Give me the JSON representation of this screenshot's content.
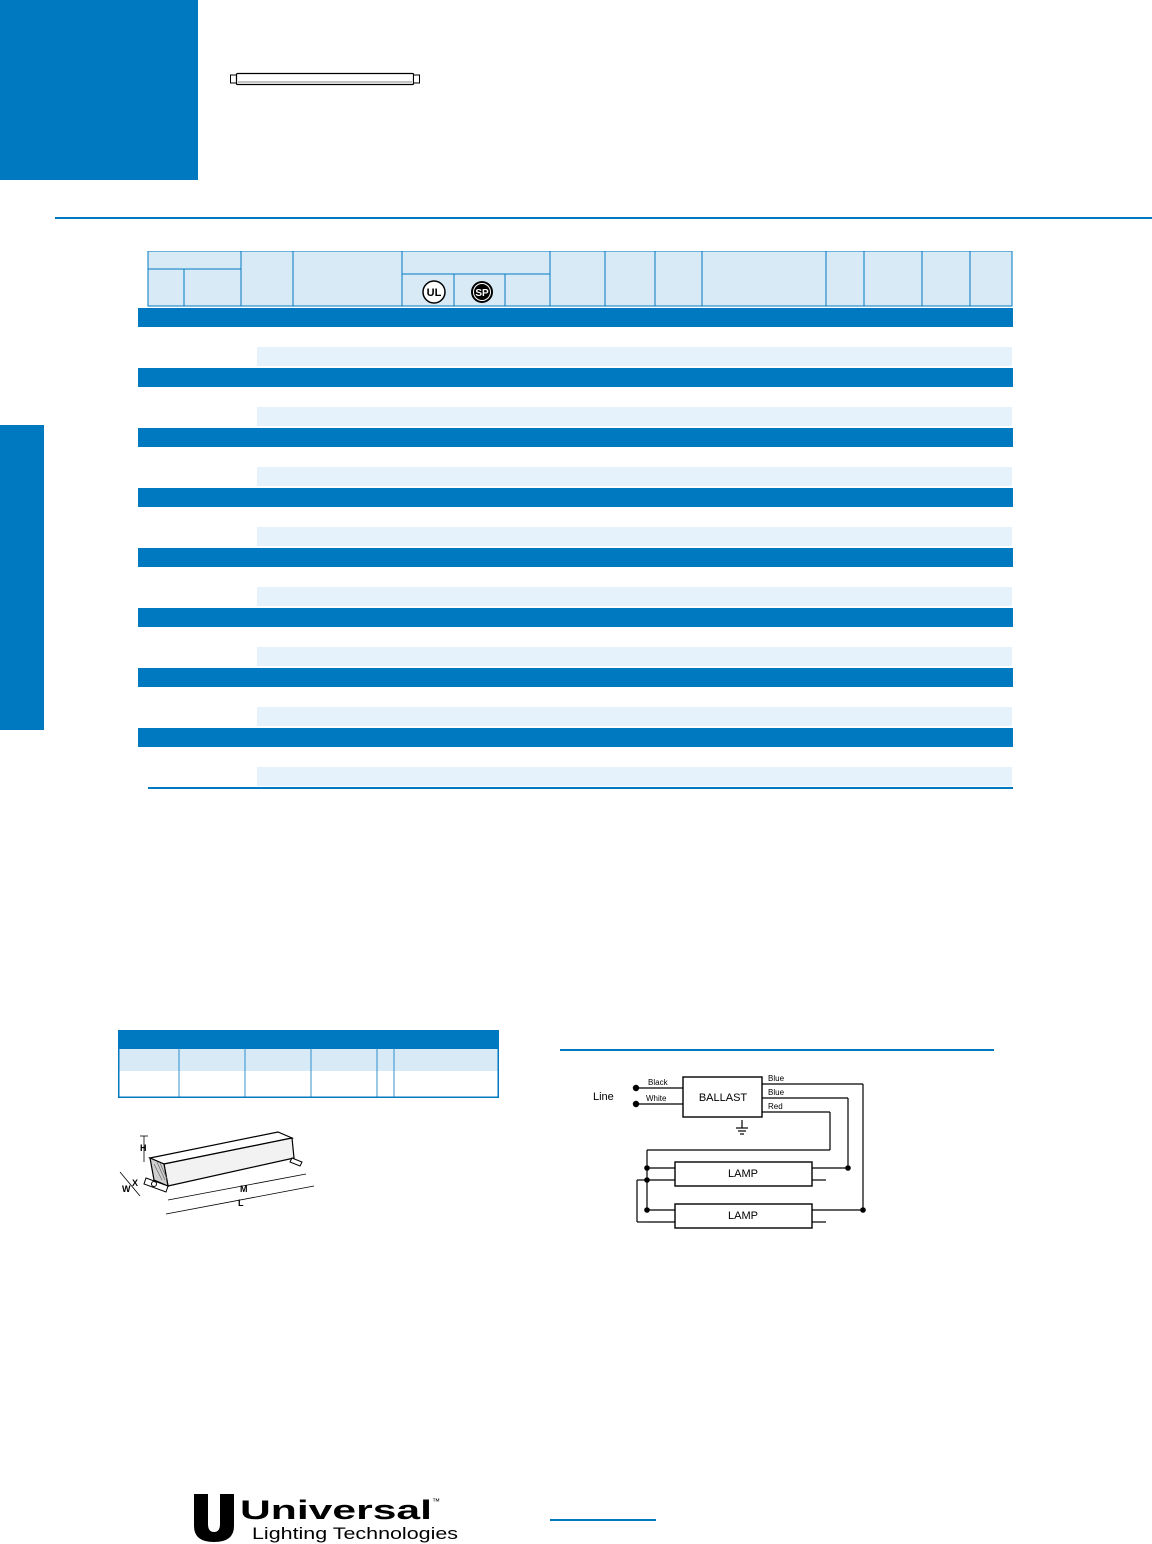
{
  "theme": {
    "primary_blue": "#0079c1",
    "light_blue": "#d9eaf7",
    "row_tint": "#e6f2fb"
  },
  "table": {
    "group_count": 8,
    "certifications": [
      {
        "icon": "ul-logo-icon",
        "text": "UL"
      },
      {
        "icon": "csa-logo-icon",
        "text": "SP"
      }
    ]
  },
  "wiring": {
    "line_label": "Line",
    "wires": {
      "black": "Black",
      "white": "White",
      "blue1": "Blue",
      "blue2": "Blue",
      "red": "Red"
    },
    "ballast_label": "BALLAST",
    "lamp_labels": [
      "LAMP",
      "LAMP"
    ]
  },
  "dimensions": {
    "labels": {
      "h": "H",
      "w": "W",
      "x": "X",
      "m": "M",
      "l": "L"
    }
  },
  "logo": {
    "name": "Universal",
    "trademark": "™",
    "tagline": "Lighting Technologies"
  }
}
